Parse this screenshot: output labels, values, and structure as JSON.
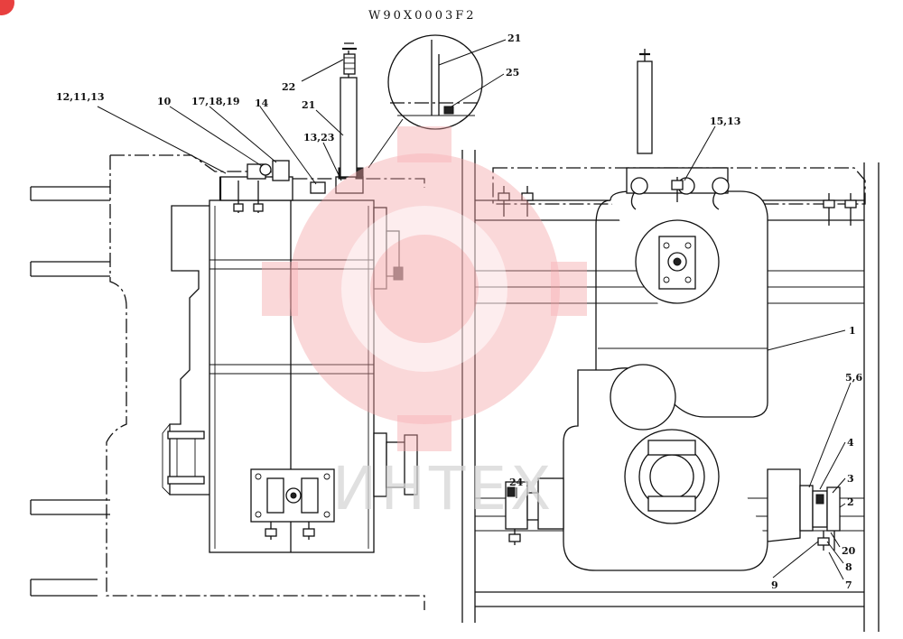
{
  "drawing": {
    "code": "W90X0003F2"
  },
  "watermark": {
    "text": "ИНТЕХ",
    "color": "#f4a0a4",
    "text_color": "#d6d6d6"
  },
  "corner_badge_color": "#e8403f",
  "callouts": [
    {
      "id": "c-12-11-13",
      "text": "12,11,13"
    },
    {
      "id": "c-10",
      "text": "10"
    },
    {
      "id": "c-17-18-19",
      "text": "17,18,19"
    },
    {
      "id": "c-14",
      "text": "14"
    },
    {
      "id": "c-22",
      "text": "22"
    },
    {
      "id": "c-21-a",
      "text": "21"
    },
    {
      "id": "c-13-23",
      "text": "13,23"
    },
    {
      "id": "c-21-b",
      "text": "21"
    },
    {
      "id": "c-25",
      "text": "25"
    },
    {
      "id": "c-15-13",
      "text": "15,13"
    },
    {
      "id": "c-1",
      "text": "1"
    },
    {
      "id": "c-5-6",
      "text": "5,6"
    },
    {
      "id": "c-4",
      "text": "4"
    },
    {
      "id": "c-3",
      "text": "3"
    },
    {
      "id": "c-2",
      "text": "2"
    },
    {
      "id": "c-24",
      "text": "24"
    },
    {
      "id": "c-20",
      "text": "20"
    },
    {
      "id": "c-8",
      "text": "8"
    },
    {
      "id": "c-9",
      "text": "9"
    },
    {
      "id": "c-7",
      "text": "7"
    }
  ]
}
